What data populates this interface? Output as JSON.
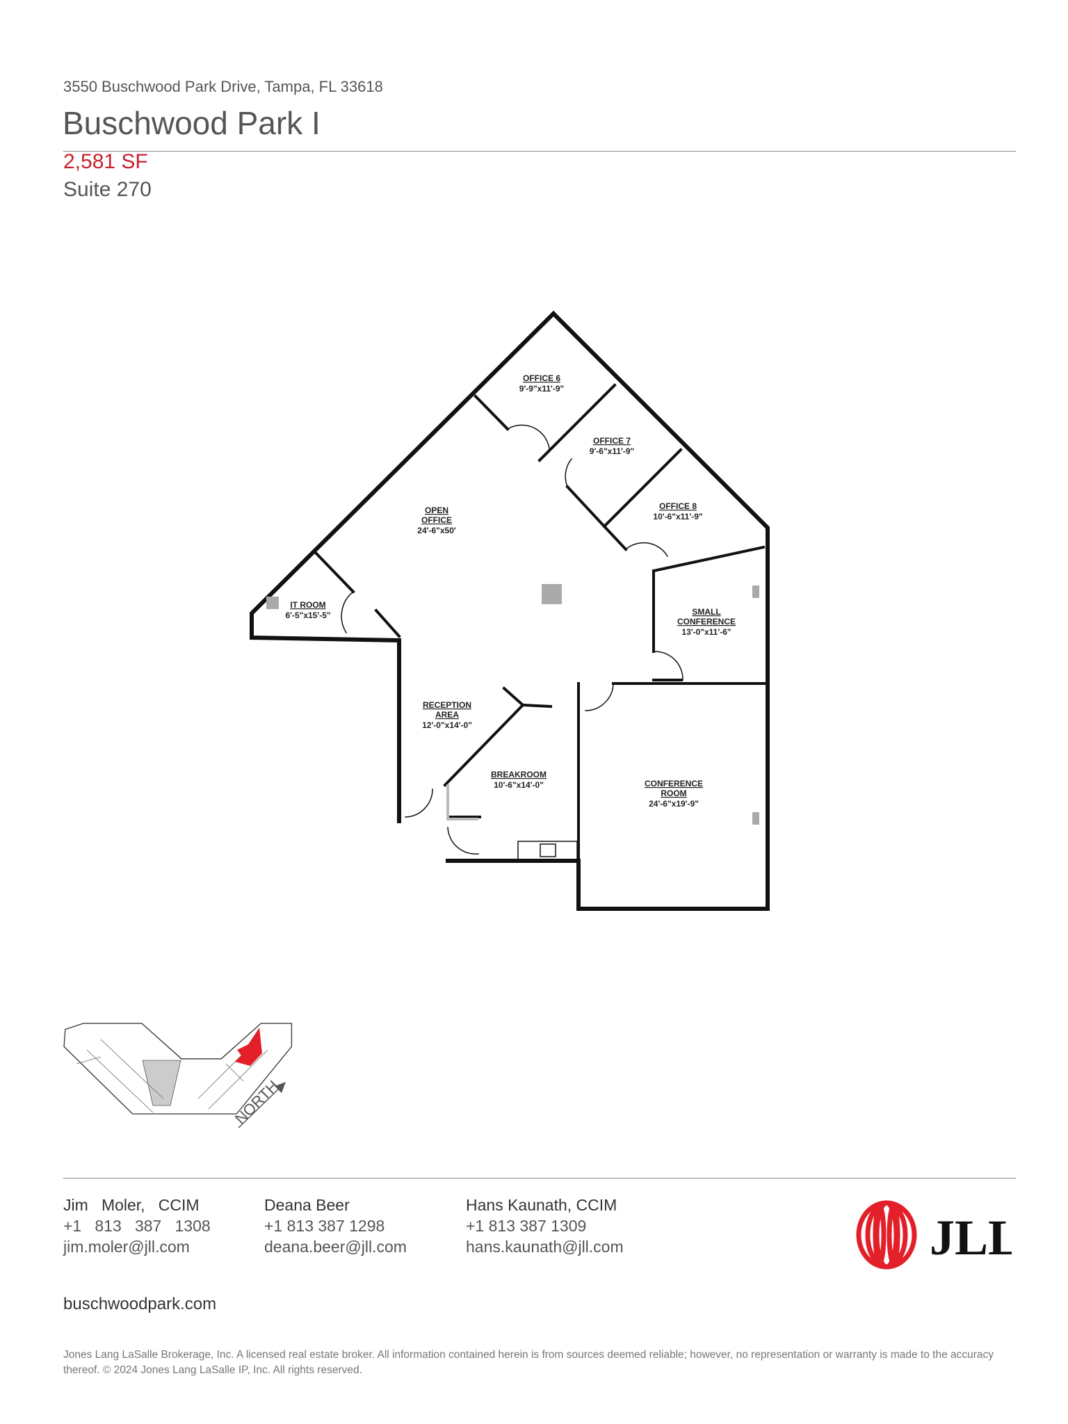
{
  "header": {
    "address": "3550 Buschwood Park Drive, Tampa, FL 33618",
    "title": "Buschwood Park I",
    "square_feet": "2,581 SF",
    "suite": "Suite 270"
  },
  "floor_plan": {
    "rooms": [
      {
        "name": "OFFICE 6",
        "dims": "9'-9\"x11'-9\""
      },
      {
        "name": "OFFICE 7",
        "dims": "9'-6\"x11'-9\""
      },
      {
        "name": "OFFICE 8",
        "dims": "10'-6\"x11'-9\""
      },
      {
        "name": "OPEN",
        "name2": "OFFICE",
        "dims": "24'-6\"x50'"
      },
      {
        "name": "IT ROOM",
        "dims": "6'-5\"x15'-5\""
      },
      {
        "name": "SMALL",
        "name2": "CONFERENCE",
        "dims": "13'-0\"x11'-6\""
      },
      {
        "name": "RECEPTION",
        "name2": "AREA",
        "dims": "12'-0\"x14'-0\""
      },
      {
        "name": "BREAKROOM",
        "dims": "10'-6\"x14'-0\""
      },
      {
        "name": "CONFERENCE",
        "name2": "ROOM",
        "dims": "24'-6\"x19'-9\""
      }
    ]
  },
  "key_plan": {
    "north_label": "NORTH",
    "highlight_color": "#e3202a"
  },
  "contacts": [
    {
      "name": "Jim   Moler,   CCIM",
      "phone": "+1   813   387   1308",
      "email": "jim.moler@jll.com"
    },
    {
      "name": "Deana Beer",
      "phone": "+1 813 387 1298",
      "email": "deana.beer@jll.com"
    },
    {
      "name": "Hans Kaunath, CCIM",
      "phone": "+1 813 387 1309",
      "email": "hans.kaunath@jll.com"
    }
  ],
  "website": "buschwoodpark.com",
  "disclaimer": "Jones Lang LaSalle Brokerage, Inc. A licensed real estate broker. All information contained herein is from sources deemed reliable; however, no representation or warranty is made to the accuracy thereof. © 2024 Jones Lang LaSalle IP, Inc. All rights reserved.",
  "logo": {
    "text": "JLL",
    "brand_color": "#e3202a"
  }
}
